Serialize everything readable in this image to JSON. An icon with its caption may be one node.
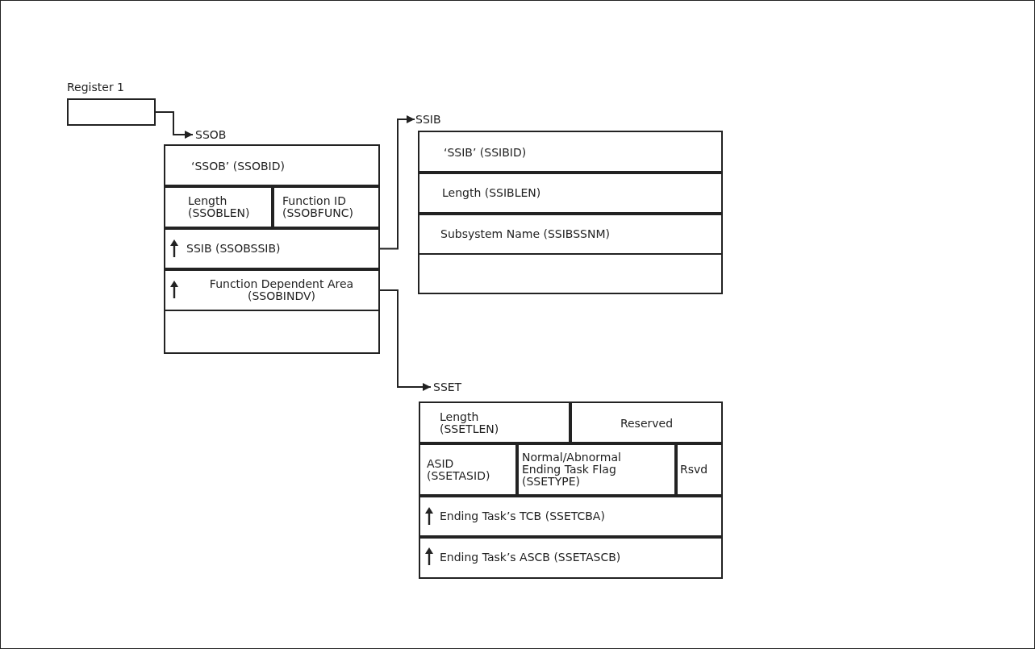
{
  "diagram": {
    "nodes": [
      {
        "text": [
          "Register 1"
        ]
      },
      {
        "text": [
          "SSOB"
        ]
      },
      {
        "text": [
          "‘SSOB’ (SSOBID)"
        ],
        "in": 1
      },
      {
        "text": [
          "Length (SSOBLEN)"
        ],
        "in": 1
      },
      {
        "text": [
          "Function ID (SSOBFUNC)"
        ],
        "in": 1
      },
      {
        "text": [
          "SSIB (SSOBSSIB)"
        ],
        "in": 1
      },
      {
        "text": [
          "Function Dependent Area (SSOBINDV)"
        ],
        "in": 1
      },
      {
        "text": [],
        "shape": "box",
        "in": 1
      },
      {
        "text": [
          "SSIB"
        ]
      },
      {
        "text": [
          "‘SSIB’ (SSIBID)"
        ],
        "in": 8
      },
      {
        "text": [
          "Length (SSIBLEN)"
        ],
        "in": 8
      },
      {
        "text": [
          "Subsystem Name (SSIBSSNM)"
        ],
        "in": 8
      },
      {
        "text": [],
        "shape": "box",
        "in": 8
      },
      {
        "text": [
          "SSET"
        ]
      },
      {
        "text": [
          "Length (SSETLEN)"
        ],
        "in": 13
      },
      {
        "text": [
          "Reserved"
        ],
        "in": 13
      },
      {
        "text": [
          "ASID (SSETASID)"
        ],
        "in": 13
      },
      {
        "text": [
          "Normal/Abnormal Ending Task Flag (SSETYPE)"
        ],
        "in": 13
      },
      {
        "text": [
          "Rsvd"
        ],
        "in": 13
      },
      {
        "text": [
          "Ending Task’s TCB (SSETCBA)"
        ],
        "in": 13
      },
      {
        "text": [
          "Ending Task’s ASCB (SSETASCB)"
        ],
        "in": 13
      }
    ],
    "edges": [
      {
        "from": 0,
        "to": 1,
        "arrow": "to"
      },
      {
        "from": 5,
        "to": 8,
        "arrow": "to"
      },
      {
        "from": 6,
        "to": 13,
        "arrow": "to"
      }
    ]
  }
}
